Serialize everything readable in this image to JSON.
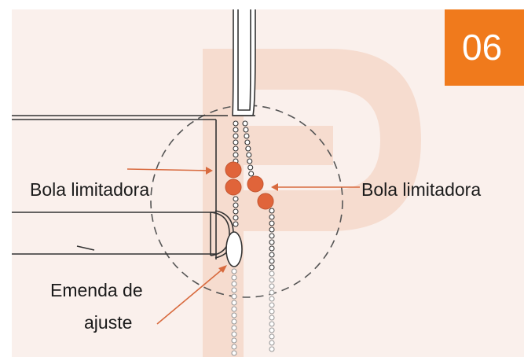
{
  "step_badge": "06",
  "labels": {
    "left_stop_ball": "Bola limitadora",
    "right_stop_ball": "Bola limitadora",
    "splice_line1": "Emenda de",
    "splice_line2": "ajuste"
  },
  "colors": {
    "accent": "#f07a1c",
    "stop_ball": "#e0643a",
    "arrow": "#d86a3e",
    "background": "#faf0ec",
    "watermark": "#f6dccf"
  },
  "icons": [
    "roller-shade-illustration",
    "bead-chain",
    "stop-ball",
    "connector-splice",
    "watermark-logo"
  ]
}
